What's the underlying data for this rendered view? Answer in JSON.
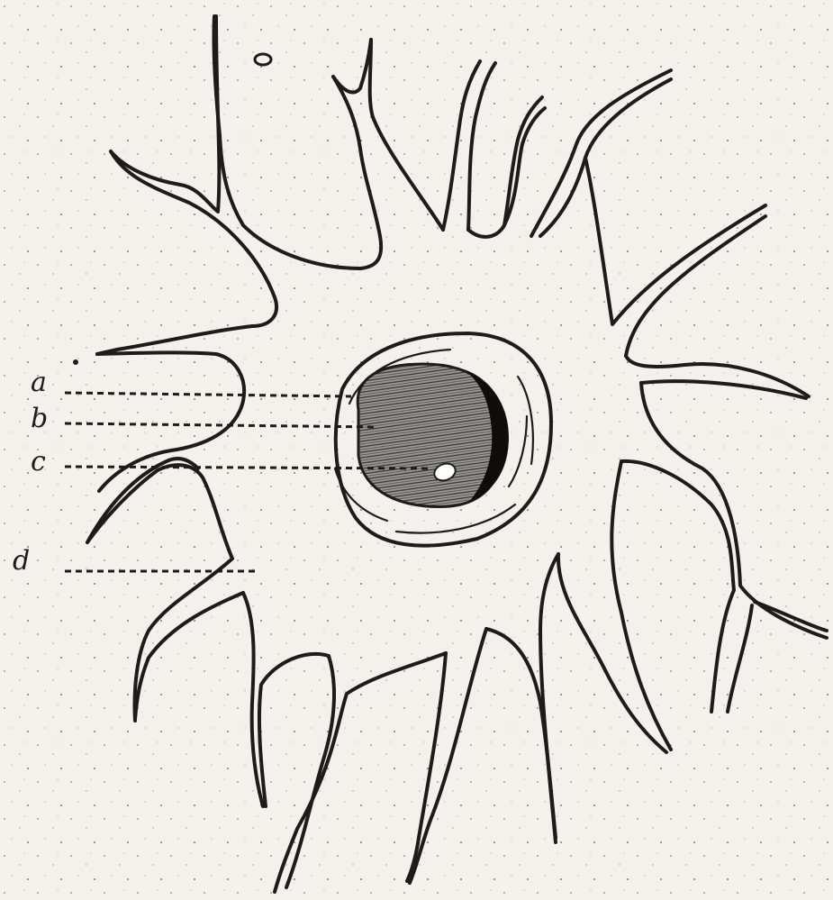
{
  "figure": {
    "labels": [
      {
        "id": "a",
        "text": "a"
      },
      {
        "id": "b",
        "text": "b"
      },
      {
        "id": "c",
        "text": "c"
      },
      {
        "id": "d",
        "text": "d"
      }
    ]
  },
  "colors": {
    "paper": "#f3f1ec",
    "ink": "#1d1c1a",
    "nucleus_fill": "#8d8b86",
    "nucleus_crescent": "#0e0d0c",
    "nucleolus": "#ffffff"
  }
}
